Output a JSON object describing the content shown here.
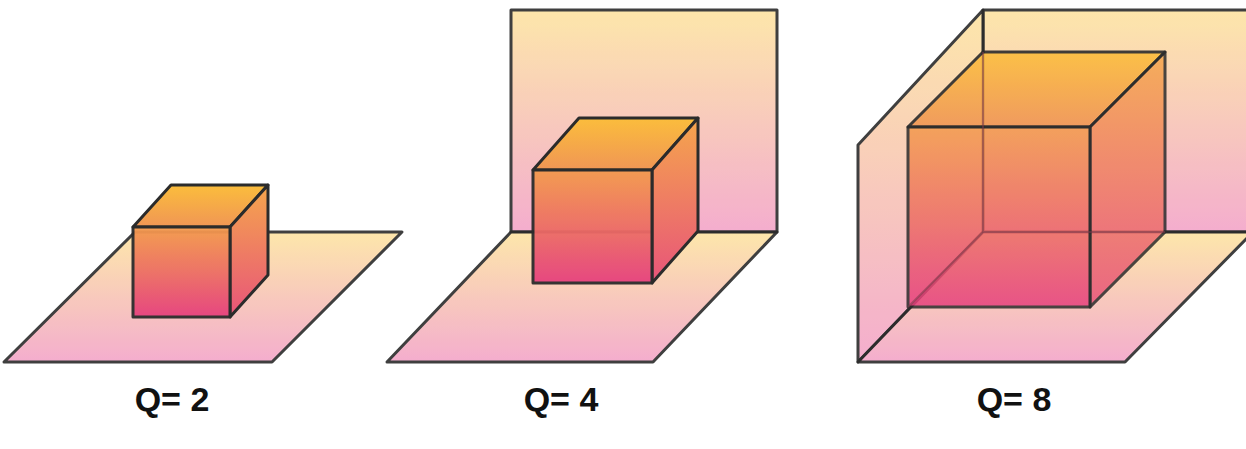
{
  "diagram": {
    "labels": [
      "Q= 2",
      "Q= 4",
      "Q= 8"
    ]
  }
}
